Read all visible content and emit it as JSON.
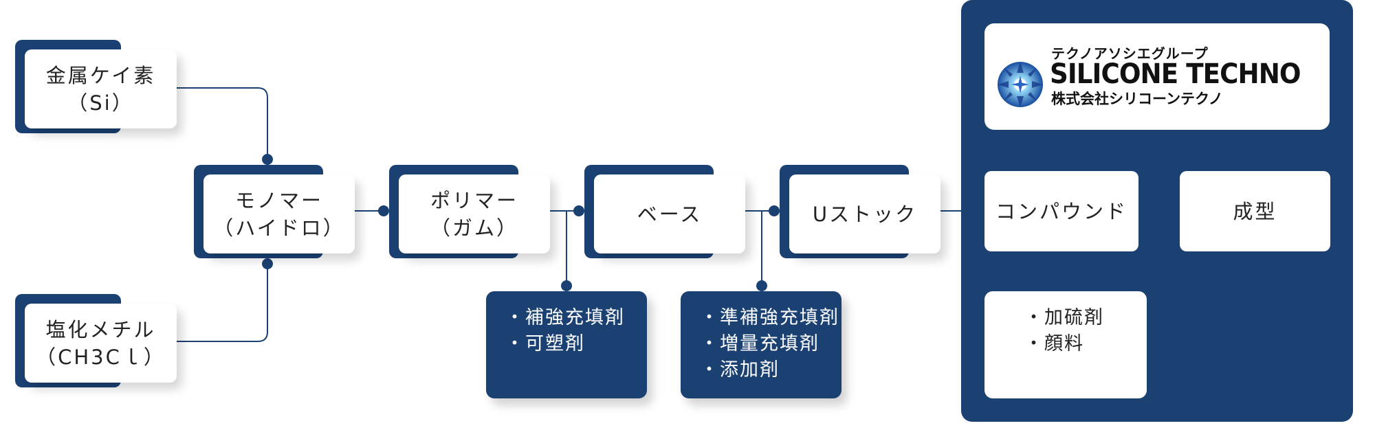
{
  "nodes": {
    "metal_silicon": {
      "line1": "金属ケイ素",
      "line2": "（Si）"
    },
    "methyl_chloride": {
      "line1": "塩化メチル",
      "line2": "（CH3Cｌ）"
    },
    "monomer": {
      "line1": "モノマー",
      "line2": "（ハイドロ）"
    },
    "polymer": {
      "line1": "ポリマー",
      "line2": "（ガム）"
    },
    "base": {
      "line1": "ベース"
    },
    "u_stock": {
      "line1": "Uストック"
    },
    "compound": {
      "line1": "コンパウンド"
    },
    "molding": {
      "line1": "成型"
    }
  },
  "additives": {
    "polymer_to_base": [
      "・補強充填剤",
      "・可塑剤"
    ],
    "base_to_ustock": [
      "・準補強充填剤",
      "・増量充填剤",
      "・添加剤"
    ],
    "compound": [
      "・加硫剤",
      "・顔料"
    ]
  },
  "logo": {
    "kana": "テクノアソシエグループ",
    "name": "SILICONE TECHNO",
    "company": "株式会社シリコーンテクノ"
  },
  "colors": {
    "navy": "#1b4173",
    "white": "#ffffff",
    "line": "#1b4173"
  }
}
